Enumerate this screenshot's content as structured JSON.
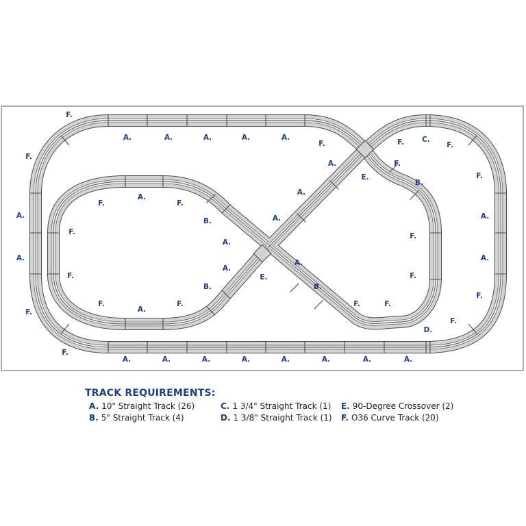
{
  "legend": {
    "title": "TRACK REQUIREMENTS:",
    "items": [
      {
        "key": "A.",
        "text": "10\" Straight Track (26)"
      },
      {
        "key": "B.",
        "text": "5\" Straight Track (4)"
      },
      {
        "key": "C.",
        "text": "1 3/4\" Straight Track (1)"
      },
      {
        "key": "D.",
        "text": "1 3/8\" Straight Track (1)"
      },
      {
        "key": "E.",
        "text": "90-Degree Crossover (2)"
      },
      {
        "key": "F.",
        "text": "O36 Curve Track (20)"
      }
    ]
  },
  "colors": {
    "track_fill": "#d3d3d3",
    "track_rail": "#4a4a4a",
    "label": "#1f3f78",
    "border": "#777777"
  },
  "labels": [
    "F.",
    "A.",
    "A.",
    "A.",
    "A.",
    "A.",
    "F.",
    "F.",
    "C.",
    "F.",
    "F.",
    "A.",
    "A.",
    "F.",
    "F.",
    "A.",
    "A.",
    "F.",
    "F.",
    "A.",
    "A.",
    "A.",
    "A.",
    "A.",
    "A.",
    "A.",
    "A.",
    "A.",
    "F.",
    "A.",
    "A.",
    "F.",
    "B.",
    "A.",
    "A.",
    "E.",
    "F.",
    "A.",
    "A.",
    "B.",
    "F.",
    "F.",
    "B.",
    "A.",
    "E.",
    "B.",
    "F.",
    "F.",
    "F.",
    "F.",
    "D.",
    "F.",
    "F."
  ]
}
